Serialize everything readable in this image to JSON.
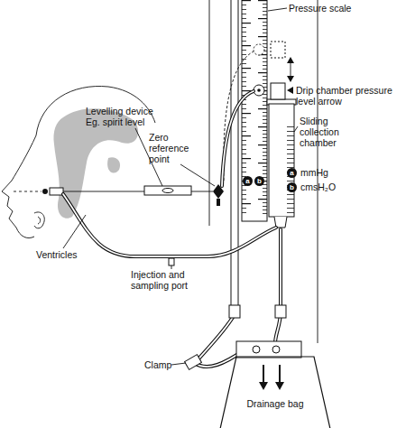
{
  "diagram": {
    "nodes": [
      {
        "text": [
          "a"
        ]
      },
      {
        "text": [
          "a"
        ]
      },
      {
        "text": [
          "b"
        ]
      },
      {
        "text": [
          "b"
        ]
      },
      {
        "text": [
          "Drainage bag"
        ]
      }
    ],
    "labels": [
      "Pressure scale",
      "Drip chamber pressure level arrow",
      "Sliding collection chamber",
      "mmHg",
      "cmsH₂O",
      "Levelling device Eg. spirit level",
      "Zero reference point",
      "Ventricles",
      "Injection and sampling port",
      "Clamp"
    ]
  }
}
